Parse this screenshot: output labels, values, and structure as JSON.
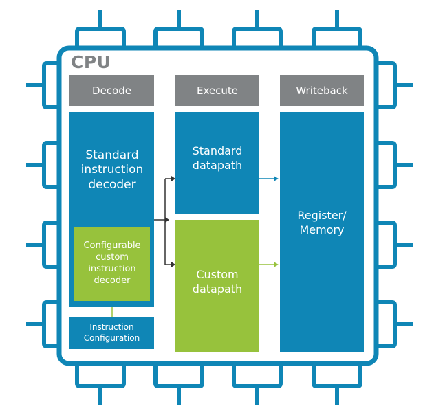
{
  "title": "CPU",
  "stages": {
    "decode": "Decode",
    "execute": "Execute",
    "writeback": "Writeback"
  },
  "blocks": {
    "standard_decoder": "Standard instruction decoder",
    "custom_decoder": "Configurable custom instruction decoder",
    "instruction_config": "Instruction Configuration",
    "standard_datapath": "Standard datapath",
    "custom_datapath": "Custom datapath",
    "register_memory": "Register/ Memory"
  },
  "colors": {
    "blue": "#0f86b6",
    "green": "#97c23c",
    "gray": "#808385",
    "outline": "#0f86b6"
  },
  "icons": {
    "chip_pins": "cpu-pin-icon"
  }
}
